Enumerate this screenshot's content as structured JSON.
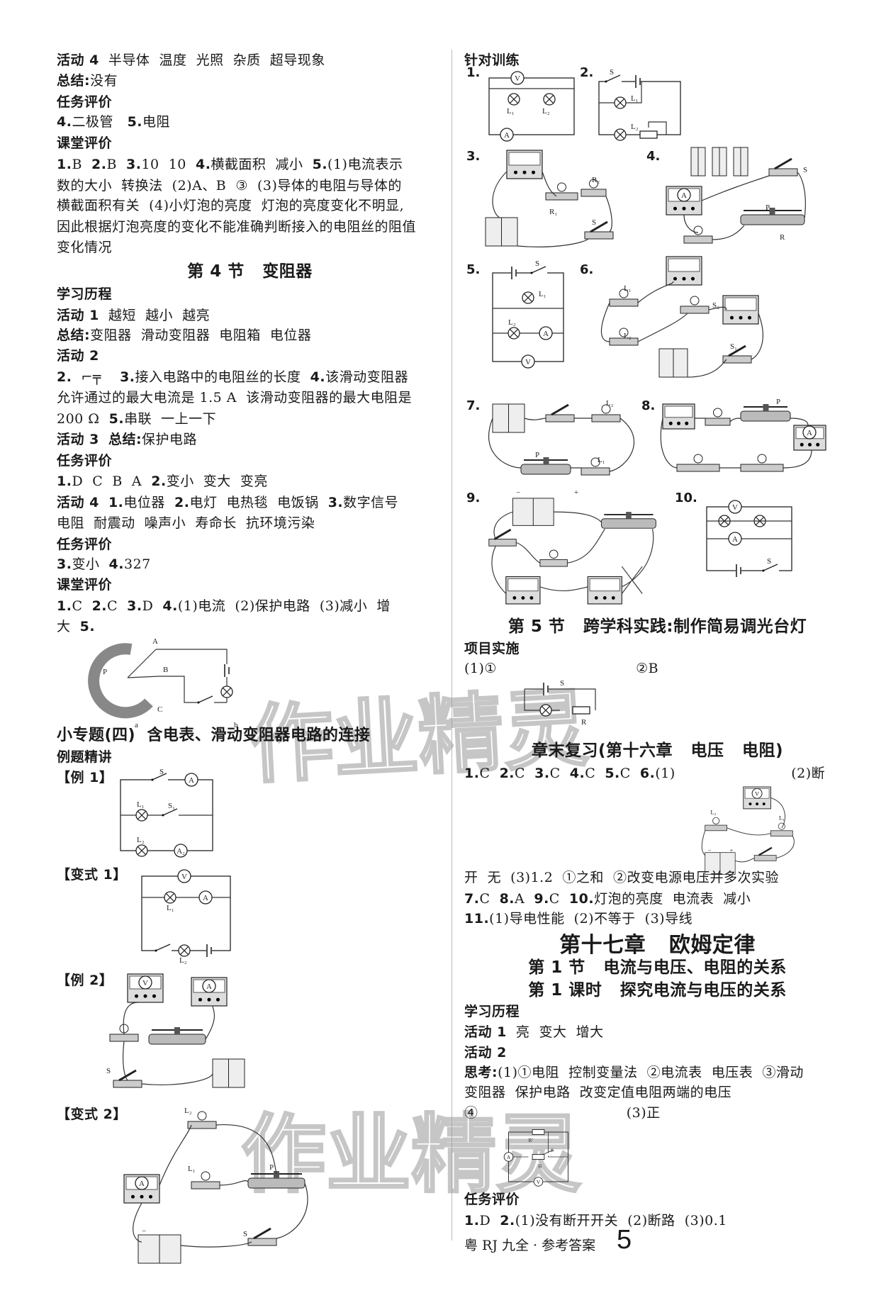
{
  "left": {
    "lines": [
      [
        {
          "b": "活动 4"
        },
        "  半导体  温度  光照  杂质  超导现象"
      ],
      [
        {
          "b": "总结:"
        },
        "没有"
      ],
      [
        {
          "b": "任务评价"
        }
      ],
      [
        {
          "b": "4."
        },
        "二极管   ",
        {
          "b": "5."
        },
        "电阻"
      ],
      [
        {
          "b": "课堂评价"
        }
      ],
      [
        {
          "b": "1."
        },
        "B  ",
        {
          "b": "2."
        },
        "B  ",
        {
          "b": "3."
        },
        "10  10  ",
        {
          "b": "4."
        },
        "横截面积  减小  ",
        {
          "b": "5."
        },
        "(1)电流表示"
      ],
      [
        "数的大小  转换法  (2)A、B  ③  (3)导体的电阻与导体的"
      ],
      [
        "横截面积有关  (4)小灯泡的亮度  灯泡的亮度变化不明显,"
      ],
      [
        "因此根据灯泡亮度的变化不能准确判断接入的电阻丝的阻值"
      ],
      [
        "变化情况"
      ],
      [
        "第 4 节   变阻器"
      ],
      [
        {
          "b": "学习历程"
        }
      ],
      [
        {
          "b": "活动 1"
        },
        "  越短  越小  越亮"
      ],
      [
        {
          "b": "总结:"
        },
        "变阻器  滑动变阻器  电阻箱  电位器"
      ],
      [
        {
          "b": "活动 2"
        }
      ],
      [
        {
          "b": "2."
        },
        "  ⌐╤    ",
        {
          "b": "3."
        },
        "接入电路中的电阻丝的长度  ",
        {
          "b": "4."
        },
        "该滑动变阻器"
      ],
      [
        "允许通过的最大电流是 1.5 A  该滑动变阻器的最大电阻是"
      ],
      [
        "200 Ω  ",
        {
          "b": "5."
        },
        "串联  一上一下"
      ],
      [
        {
          "b": "活动 3"
        },
        "  ",
        {
          "b": "总结:"
        },
        "保护电路"
      ],
      [
        {
          "b": "任务评价"
        }
      ],
      [
        {
          "b": "1."
        },
        "D  C  B  A  ",
        {
          "b": "2."
        },
        "变小  变大  变亮"
      ],
      [
        {
          "b": "活动 4"
        },
        "  ",
        {
          "b": "1."
        },
        "电位器  ",
        {
          "b": "2."
        },
        "电灯  电热毯  电饭锅  ",
        {
          "b": "3."
        },
        "数字信号"
      ],
      [
        "电阻  耐震动  噪声小  寿命长  抗环境污染"
      ],
      [
        {
          "b": "任务评价"
        }
      ],
      [
        {
          "b": "3."
        },
        "变小  ",
        {
          "b": "4."
        },
        "327"
      ],
      [
        {
          "b": "课堂评价"
        }
      ],
      [
        {
          "b": "1."
        },
        "C  ",
        {
          "b": "2."
        },
        "C  ",
        {
          "b": "3."
        },
        "D  ",
        {
          "b": "4."
        },
        "(1)电流  (2)保护电路  (3)减小  增"
      ],
      [
        "大  ",
        {
          "b": "5."
        }
      ],
      [
        "小专题(四)  含电表、滑动变阻器电路的连接"
      ],
      [
        {
          "b": "例题精讲"
        }
      ],
      [
        {
          "b": "【例 1】"
        }
      ],
      [
        {
          "b": "【变式 1】"
        }
      ],
      [
        {
          "b": "【例 2】"
        }
      ],
      [
        {
          "b": "【变式 2】"
        }
      ]
    ],
    "diagrams": {
      "q5": [
        "A",
        "P",
        "B",
        "C",
        "a",
        "b"
      ],
      "ex1": [
        "S",
        "A",
        "L₁",
        "S₁",
        "L₂",
        "A₂"
      ],
      "var1": [
        "V",
        "A",
        "L₁",
        "L₂"
      ],
      "ex2": [
        "V",
        "A",
        "S"
      ],
      "var2": [
        "L₂",
        "L₁",
        "A",
        "P",
        "S",
        "−"
      ]
    }
  },
  "right": {
    "lines": [
      [
        {
          "b": "针对训练"
        }
      ],
      [
        "第 5 节   跨学科实践:制作简易调光台灯"
      ],
      [
        {
          "b": "项目实施"
        }
      ],
      [
        "(1)①                              ②B"
      ],
      [
        "章末复习(第十六章   电压   电阻)"
      ],
      [
        {
          "b": "1."
        },
        "C  ",
        {
          "b": "2."
        },
        "C  ",
        {
          "b": "3."
        },
        "C  ",
        {
          "b": "4."
        },
        "C  ",
        {
          "b": "5."
        },
        "C  ",
        {
          "b": "6."
        },
        "(1)                         (2)断"
      ],
      [
        "开  无  (3)1.2  ①之和  ②改变电源电压并多次实验"
      ],
      [
        {
          "b": "7."
        },
        "C  ",
        {
          "b": "8."
        },
        "A  ",
        {
          "b": "9."
        },
        "C  ",
        {
          "b": "10."
        },
        "灯泡的亮度  电流表  减小"
      ],
      [
        {
          "b": "11."
        },
        "(1)导电性能  (2)不等于  (3)导线"
      ],
      [
        "第十七章   欧姆定律"
      ],
      [
        "第 1 节   电流与电压、电阻的关系"
      ],
      [
        "第 1 课时   探究电流与电压的关系"
      ],
      [
        {
          "b": "学习历程"
        }
      ],
      [
        {
          "b": "活动 1"
        },
        "  亮  变大  增大"
      ],
      [
        {
          "b": "活动 2"
        }
      ],
      [
        {
          "b": "思考:"
        },
        "(1)①电阻  控制变量法  ②电流表  电压表  ③滑动"
      ],
      [
        "变阻器  保护电路  改变定值电阻两端的电压"
      ],
      [
        "④                                (3)正"
      ],
      [
        {
          "b": "任务评价"
        }
      ],
      [
        {
          "b": "1."
        },
        "D  ",
        {
          "b": "2."
        },
        "(1)没有断开开关  (2)断路  (3)0.1"
      ]
    ],
    "diagram_numbers": [
      "1.",
      "2.",
      "3.",
      "4.",
      "5.",
      "6.",
      "7.",
      "8.",
      "9.",
      "10."
    ],
    "diagrams": {
      "d1": [
        "V",
        "L₁",
        "L₂",
        "A"
      ],
      "d2": [
        "S",
        "L₁",
        "L₂"
      ],
      "d3": [
        "R₂",
        "R₁",
        "S"
      ],
      "d4": [
        "S",
        "A",
        "P",
        "R"
      ],
      "d5": [
        "S",
        "L₁",
        "L₂",
        "A",
        "V"
      ],
      "d6": [
        "L₁",
        "S₂",
        "L₂",
        "S₁"
      ],
      "d7": [
        "L₂",
        "P",
        "L₁"
      ],
      "d8": [
        "P",
        "A"
      ],
      "d9": [
        "−",
        "+"
      ],
      "d10": [
        "V",
        "A",
        "S"
      ],
      "p1": [
        "S",
        "R"
      ],
      "c6": [
        "V",
        "L₂",
        "L₁",
        "−",
        "+"
      ],
      "c4": [
        "R′",
        "A",
        "S",
        "R",
        "V"
      ]
    }
  },
  "footer": {
    "text": "粤 RJ 九全 · 参考答案",
    "page": "5"
  },
  "watermark": "作业精灵"
}
